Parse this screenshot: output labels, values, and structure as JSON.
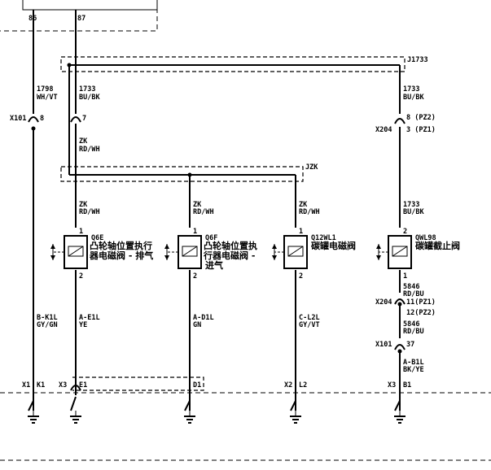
{
  "top_relay": {
    "pin_left": "86",
    "pin_right": "87"
  },
  "splices": {
    "top": "J1733",
    "mid": "JZK"
  },
  "wires": {
    "w1798": {
      "num": "1798",
      "color": "WH/VT"
    },
    "w1733a": {
      "num": "1733",
      "color": "BU/BK"
    },
    "w1733b": {
      "num": "1733",
      "color": "BU/BK"
    },
    "zk_main": {
      "num": "ZK",
      "color": "RD/WH"
    },
    "zk_1": {
      "num": "ZK",
      "color": "RD/WH"
    },
    "zk_2": {
      "num": "ZK",
      "color": "RD/WH"
    },
    "zk_3": {
      "num": "ZK",
      "color": "RD/WH"
    },
    "w1733c": {
      "num": "1733",
      "color": "BU/BK"
    },
    "w5846a": {
      "num": "5846",
      "color": "RD/BU"
    },
    "w5846b": {
      "num": "5846",
      "color": "RD/BU"
    },
    "bk1l": {
      "num": "B-K1L",
      "color": "GY/GN"
    },
    "ae1l": {
      "num": "A-E1L",
      "color": "YE"
    },
    "ad1l": {
      "num": "A-D1L",
      "color": "GN"
    },
    "cl2l": {
      "num": "C-L2L",
      "color": "GY/VT"
    },
    "ab1l": {
      "num": "A-B1L",
      "color": "BK/YE"
    }
  },
  "connectors": {
    "x101_top": {
      "name": "X101",
      "pin_a": "8",
      "pin_b": "7"
    },
    "x204_top": {
      "name": "X204",
      "pin_a": "8 (PZ2)",
      "pin_b": "3 (PZ1)"
    },
    "x204_bot": {
      "name": "X204",
      "pin_a": "11(PZ1)",
      "pin_b": "12(PZ2)"
    },
    "x101_bot": {
      "name": "X101",
      "pin": "37"
    }
  },
  "components": {
    "q6e": {
      "id": "Q6E",
      "desc_line1": "凸轮轴位置执行",
      "desc_line2": "器电磁阀 - 排气",
      "pin_top": "1",
      "pin_bottom": "2"
    },
    "q6f": {
      "id": "Q6F",
      "desc_line1": "凸轮轴位置执",
      "desc_line2": "行器电磁阀 -",
      "desc_line3": "进气",
      "pin_top": "1",
      "pin_bottom": "2"
    },
    "q12": {
      "id": "Q12WL1",
      "desc": "碳罐电磁阀",
      "pin_top": "1",
      "pin_bottom": "2"
    },
    "q98": {
      "id": "QWL98",
      "desc": "碳罐截止阀",
      "pin_top": "2",
      "pin_bottom": "1"
    }
  },
  "bottom_connectors": {
    "k1": {
      "conn": "X1",
      "pin": "K1"
    },
    "e1": {
      "conn": "X3",
      "pin": "E1"
    },
    "d1": {
      "pin": "D1"
    },
    "l2": {
      "conn": "X2",
      "pin": "L2"
    },
    "b1": {
      "conn": "X3",
      "pin": "B1"
    }
  }
}
